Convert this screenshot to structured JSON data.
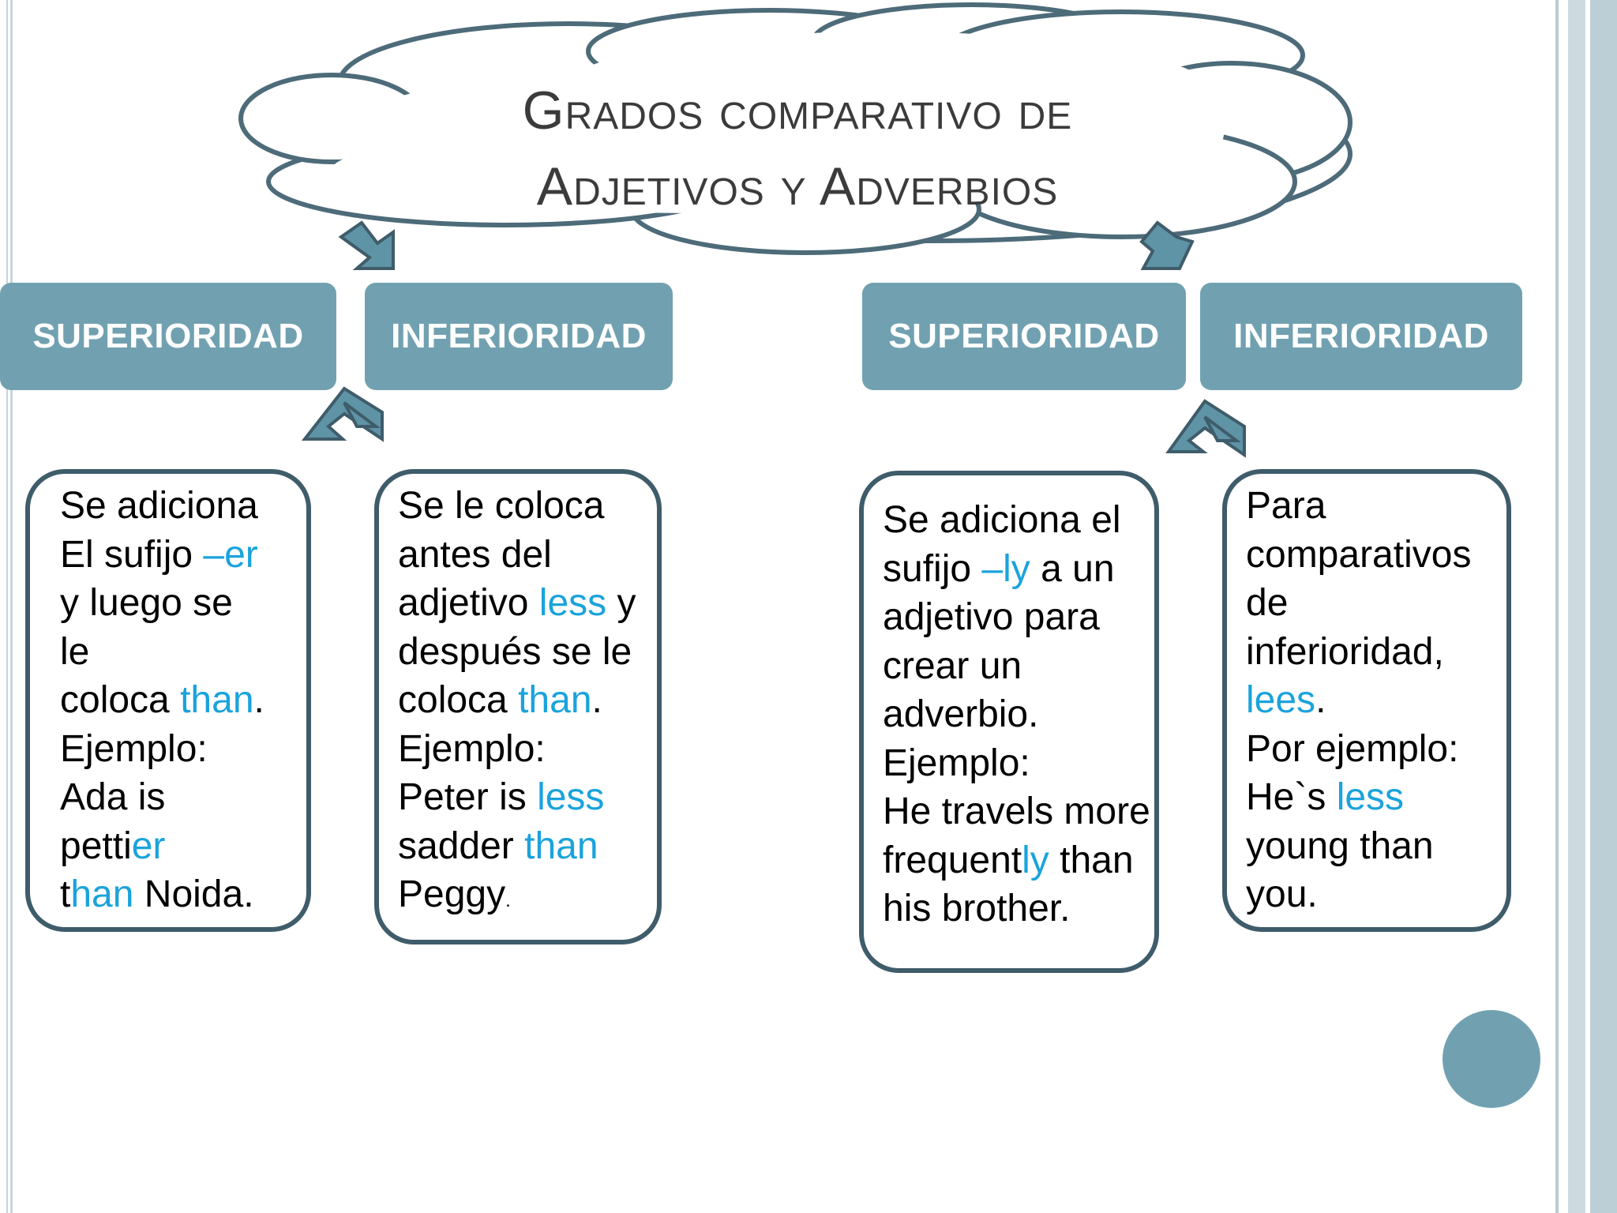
{
  "title": {
    "line1": "Grados comparativo de",
    "line2": "Adjetivos y Adverbios"
  },
  "categories": {
    "adj_superiority": "SUPERIORIDAD",
    "adj_inferiority": "INFERIORIDAD",
    "adv_superiority": "SUPERIORIDAD",
    "adv_inferiority": "INFERIORIDAD"
  },
  "boxes": {
    "adj_sup": {
      "l1": "Se adiciona",
      "l2a": "El sufijo ",
      "l2b": "–er",
      "l3": "y luego se",
      "l4": "le",
      "l5a": "coloca ",
      "l5b": "than",
      "l5c": ".",
      "l6": "Ejemplo:",
      "l7": "Ada is",
      "l8a": "petti",
      "l8b": "er",
      "l9a": "t",
      "l9b": "han",
      "l9c": " Noida."
    },
    "adj_inf": {
      "l1": "Se le coloca",
      "l2": "antes del",
      "l3a": "adjetivo ",
      "l3b": "less",
      "l3c": " y",
      "l4": "después se le",
      "l5a": "coloca ",
      "l5b": "than",
      "l5c": ".",
      "l6": "Ejemplo:",
      "l7a": "Peter is ",
      "l7b": "less",
      "l8a": "sadder ",
      "l8b": "than",
      "l9a": "Peggy",
      "l9b": "."
    },
    "adv_sup": {
      "l1": "Se adiciona el",
      "l2a": "sufijo ",
      "l2b": "–ly",
      "l2c": " a un",
      "l3": "adjetivo para",
      "l4": "crear un",
      "l5": "adverbio.",
      "l6": "Ejemplo:",
      "l7": "He travels more",
      "l8a": "frequent",
      "l8b": "ly",
      "l8c": " than",
      "l9": "his brother."
    },
    "adv_inf": {
      "l1": "Para",
      "l2": "comparativos",
      "l3": "de",
      "l4": "inferioridad,",
      "l5a": "lees",
      "l5b": ".",
      "l6": "Por ejemplo:",
      "l7a": "He`s ",
      "l7b": "less",
      "l8": "young than",
      "l9": "you."
    }
  },
  "colors": {
    "accent": "#71a1b1",
    "outline": "#3f5c6a",
    "highlight": "#1aa3dc",
    "title_text": "#3b3b3b"
  }
}
